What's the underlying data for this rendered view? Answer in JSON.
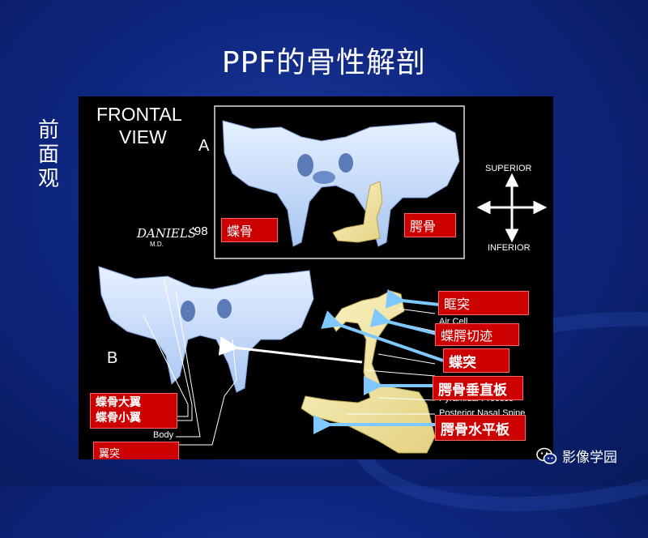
{
  "title": "PPF的骨性解剖",
  "side_label": [
    "前",
    "面",
    "观"
  ],
  "figure": {
    "frontal_view": [
      "FRONTAL",
      "VIEW"
    ],
    "panel_a": "A",
    "panel_b": "B",
    "signature": "DANIELS",
    "signature_md": "M.D.",
    "year": "'98",
    "superior": "SUPERIOR",
    "inferior": "INFERIOR",
    "english_labels": [
      "Air Cell",
      "Pyramidal Process",
      "Posterior Nasal Spine",
      "Body"
    ],
    "red_labels": {
      "sphenoid": "蝶骨",
      "palatine": "腭骨",
      "orbital_process": "眶突",
      "sphenopalatine_notch": "蝶腭切迹",
      "sphenoidal_process": "蝶突",
      "perpendicular_plate": "腭骨垂直板",
      "horizontal_plate": "腭骨水平板",
      "wings": [
        "蝶骨大翼",
        "蝶骨小翼"
      ],
      "pterygoid": "翼突"
    }
  },
  "brand": {
    "icon": "wechat-icon",
    "text": "影像学园"
  },
  "colors": {
    "background": "#0f2680",
    "label_red": "#cc0000",
    "bone_blue": "#c6dcff",
    "bone_yellow": "#f3e7a0"
  }
}
